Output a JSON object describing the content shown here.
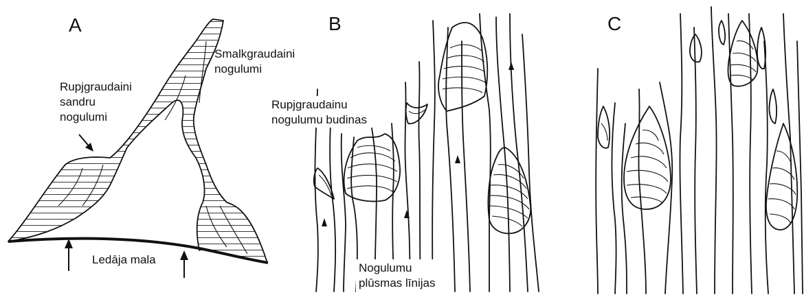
{
  "panels": {
    "a": {
      "letter": "A",
      "label_fine": [
        "Smalkgraudaini",
        "nogulumi"
      ],
      "label_coarse": [
        "Rupjgraudaini",
        "sandru",
        "nogulumi"
      ],
      "label_margin": "Ledāja mala"
    },
    "b": {
      "letter": "B",
      "label_boudins": [
        "Rupjgraudainu",
        "nogulumu budinas"
      ],
      "label_flow": [
        "Nogulumu",
        "plūsmas līnijas"
      ]
    },
    "c": {
      "letter": "C"
    }
  }
}
